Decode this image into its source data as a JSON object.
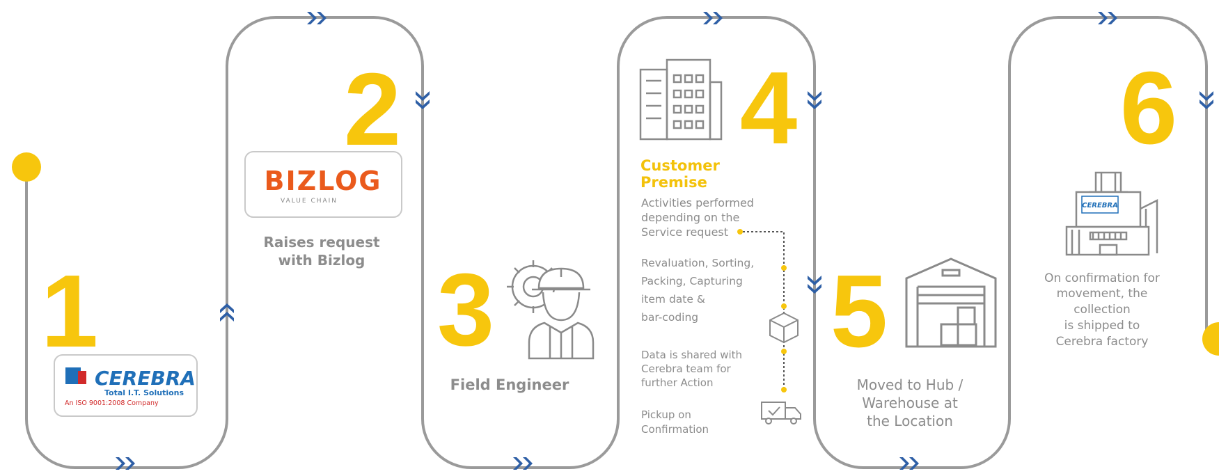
{
  "steps": {
    "one": {
      "number": "1",
      "logo": {
        "name": "CEREBRA",
        "tagline": "Total I.T. Solutions",
        "cert": "An ISO 9001:2008 Company"
      }
    },
    "two": {
      "number": "2",
      "logo": {
        "name": "BIZLOG",
        "tagline": "VALUE CHAIN"
      },
      "caption": [
        "Raises request",
        "with Bizlog"
      ]
    },
    "three": {
      "number": "3",
      "caption": "Field Engineer"
    },
    "four": {
      "number": "4",
      "title": [
        "Customer",
        "Premise"
      ],
      "desc": [
        "Activities performed",
        "depending on the",
        "Service request"
      ],
      "activities": [
        "Revaluation, Sorting,",
        "Packing, Capturing",
        "item  date &",
        "bar-coding"
      ],
      "data_shared": [
        "Data is shared with",
        "Cerebra team for",
        "further Action"
      ],
      "pickup": [
        "Pickup on",
        "Confirmation"
      ]
    },
    "five": {
      "number": "5",
      "caption": [
        "Moved to Hub /",
        "Warehouse at",
        "the Location"
      ]
    },
    "six": {
      "number": "6",
      "caption": [
        "On confirmation for",
        "movement, the",
        "collection",
        "is shipped to",
        "Cerebra factory"
      ],
      "factory_sign": "CEREBRA"
    }
  },
  "colors": {
    "path": "#9a9a9a",
    "accent_yellow": "#f7c60d",
    "chevron_blue": "#2e5fa6",
    "text_grey": "#8c8c8c",
    "cerebra_blue": "#1f6fb8",
    "cerebra_red": "#d12a2a",
    "bizlog_orange": "#ea5a1c"
  }
}
